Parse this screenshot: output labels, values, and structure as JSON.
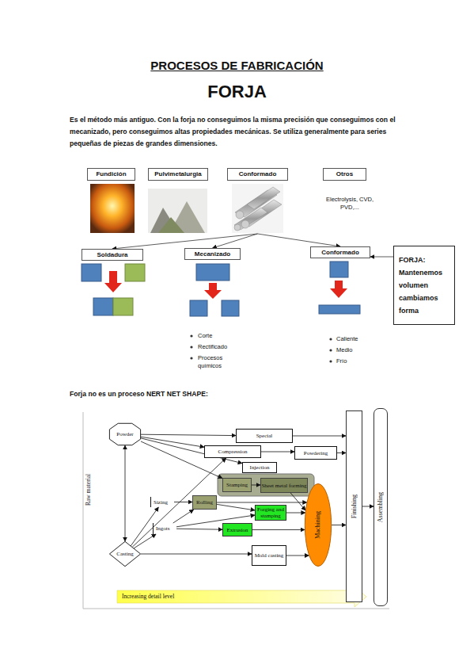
{
  "diagram": {
    "title": "PROCESOS DE FABRICACIÓN",
    "nodes": [
      {
        "text": [
          "Fundición"
        ]
      },
      {
        "text": [
          "Pulvimetalurgia"
        ]
      },
      {
        "text": [
          "Conformado"
        ]
      },
      {
        "text": [
          "Otros"
        ]
      },
      {
        "text": [
          "Soldadura"
        ]
      },
      {
        "text": [
          "Mecanizado"
        ]
      },
      {
        "text": [
          "Conformado"
        ]
      },
      {
        "text": [
          "FORJA: Mantenemos volumen cambiamos forma"
        ]
      },
      {
        "text": [
          "Powder"
        ]
      },
      {
        "text": [
          "Special"
        ]
      },
      {
        "text": [
          "Compression"
        ]
      },
      {
        "text": [
          "Powdering"
        ]
      },
      {
        "text": [
          "Injection"
        ]
      },
      {
        "text": [
          "Stamping"
        ]
      },
      {
        "text": [
          "Sheet metal forming"
        ]
      },
      {
        "text": [
          "Sizing"
        ]
      },
      {
        "text": [
          "Rolling"
        ]
      },
      {
        "text": [
          "Forging and stamping"
        ]
      },
      {
        "text": [
          "Machining"
        ]
      },
      {
        "text": [
          "Ingots"
        ]
      },
      {
        "text": [
          "Extrusion"
        ]
      },
      {
        "text": [
          "Casting"
        ]
      },
      {
        "text": [
          "Mold casting"
        ]
      },
      {
        "text": [
          "Finishing"
        ]
      },
      {
        "text": [
          "Assembling"
        ]
      }
    ],
    "edges": [
      {
        "from": 2,
        "to": 4,
        "arrow": "to"
      },
      {
        "from": 2,
        "to": 5,
        "arrow": "to"
      },
      {
        "from": 2,
        "to": 6,
        "arrow": "to"
      },
      {
        "from": 7,
        "to": 6,
        "arrow": "to"
      },
      {
        "from": 8,
        "to": 9,
        "arrow": "to"
      },
      {
        "from": 8,
        "to": 10,
        "arrow": "to"
      },
      {
        "from": 8,
        "to": 12,
        "arrow": "to"
      },
      {
        "from": 8,
        "to": 13,
        "arrow": "to"
      },
      {
        "from": 8,
        "to": 21,
        "arrow": "both"
      },
      {
        "from": 21,
        "to": 10,
        "arrow": "to"
      },
      {
        "from": 21,
        "to": 15,
        "arrow": "to"
      },
      {
        "from": 21,
        "to": 19,
        "arrow": "to"
      },
      {
        "from": 21,
        "to": 22,
        "arrow": "to"
      },
      {
        "from": 10,
        "to": 11,
        "arrow": "to"
      },
      {
        "from": 9,
        "to": 23,
        "arrow": "to"
      },
      {
        "from": 11,
        "to": 23,
        "arrow": "to"
      },
      {
        "from": 13,
        "to": 14,
        "arrow": "to"
      },
      {
        "from": 15,
        "to": 16,
        "arrow": "to"
      },
      {
        "from": 19,
        "to": 16,
        "arrow": "to"
      },
      {
        "from": 19,
        "to": 17,
        "arrow": "to"
      },
      {
        "from": 19,
        "to": 20,
        "arrow": "to"
      },
      {
        "from": 16,
        "to": 17,
        "arrow": "to"
      },
      {
        "from": 16,
        "to": 18,
        "arrow": "to"
      },
      {
        "from": 14,
        "to": 18,
        "arrow": "to"
      },
      {
        "from": 17,
        "to": 18,
        "arrow": "to"
      },
      {
        "from": 20,
        "to": 18,
        "arrow": "to"
      },
      {
        "from": 22,
        "to": 18,
        "arrow": "to"
      },
      {
        "from": 18,
        "to": 23,
        "arrow": "to"
      },
      {
        "from": 23,
        "to": 24,
        "arrow": "to"
      }
    ],
    "labels": [
      "FORJA",
      "Es el método más antiguo. Con la forja no conseguimos la misma precisión que conseguimos con el mecanizado, pero conseguimos altas propiedades mecánicas. Se utiliza generalmente para series pequeñas de piezas de grandes dimensiones.",
      "Electrolysis, CVD, PVD,...",
      "Corte",
      "Rectificado",
      "Procesos químicos",
      "Caliente",
      "Medio",
      "Frío",
      "Forja no es un proceso NERT NET SHAPE:",
      "Raw material",
      "Increasing detail level"
    ]
  }
}
